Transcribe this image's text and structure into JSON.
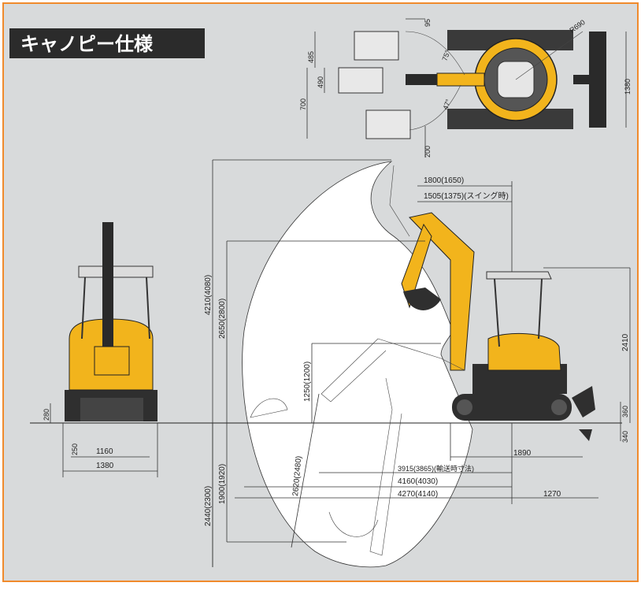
{
  "title": "キャノピー仕様",
  "colors": {
    "accent": "#f08a2c",
    "background": "#d8dadb",
    "yellow": "#f2b41c",
    "dark": "#2a2a2a",
    "title_bg": "#2b2b2b"
  },
  "plan_view": {
    "dim_95": "95",
    "dim_485": "485",
    "dim_490": "490",
    "dim_700": "700",
    "dim_200": "200",
    "dim_1380": "1380",
    "radius": "R690",
    "angle_75": "75°",
    "angle_47": "47°"
  },
  "side_view": {
    "reach_1800": "1800(1650)",
    "reach_1505": "1505(1375)(スイング時)",
    "height_4210": "4210(4080)",
    "height_2650": "2650(2800)",
    "height_2410": "2410",
    "dump_1250": "1250(1200)",
    "depth_2620": "2620(2480)",
    "depth_2440": "2440(2300)",
    "depth_1900": "1900(1920)",
    "len_3915": "3915(3865)(輸送時寸法)",
    "reach_4160": "4160(4030)",
    "reach_4270": "4270(4140)",
    "len_1890": "1890",
    "len_1270": "1270",
    "blade_360": "360",
    "blade_340": "340"
  },
  "front_view": {
    "dim_280": "280",
    "dim_250": "250",
    "width_1160": "1160",
    "width_1380": "1380"
  }
}
